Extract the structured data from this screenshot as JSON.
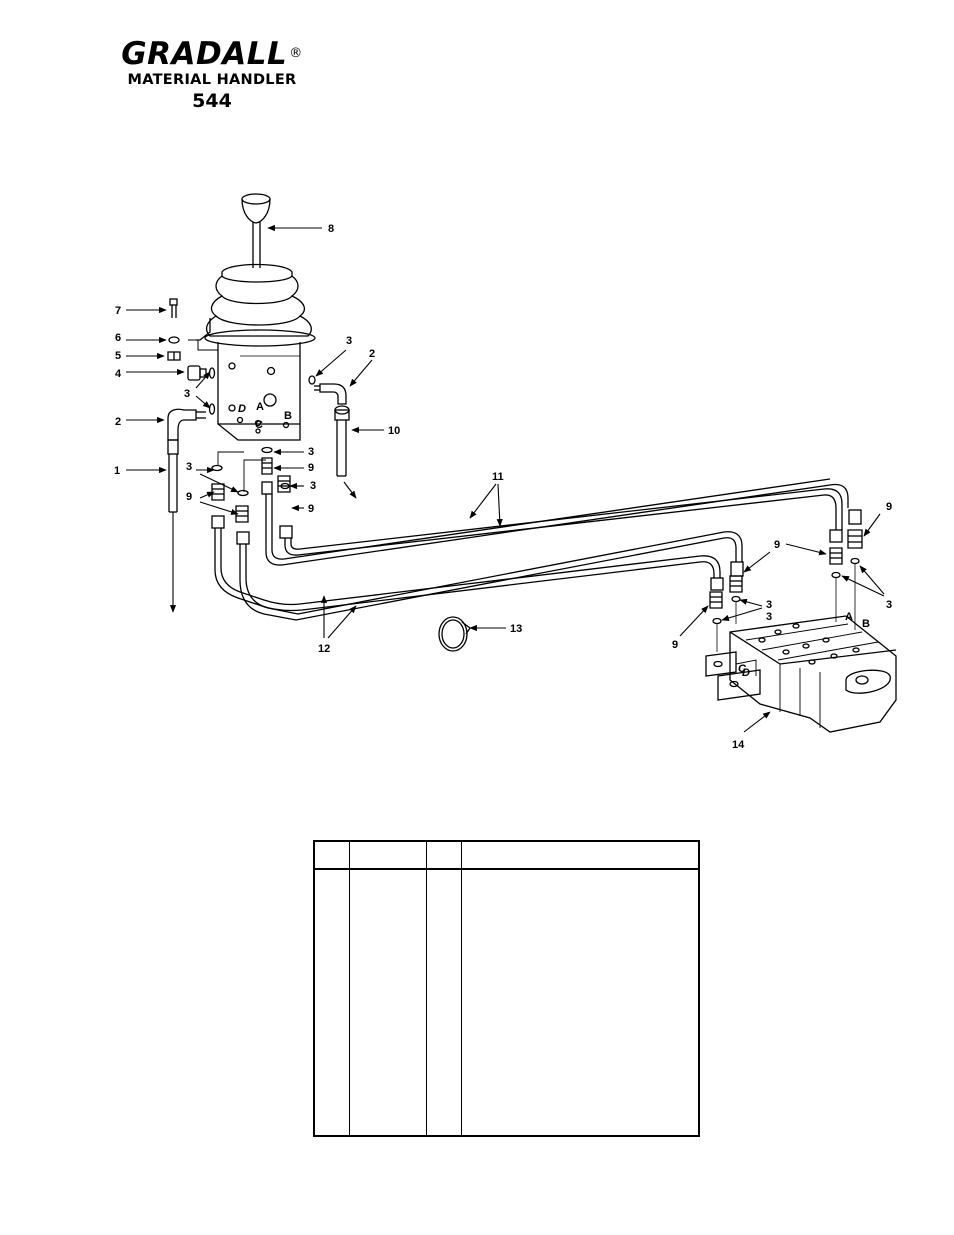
{
  "header": {
    "brand": "GRADALL",
    "registered": "®",
    "subtitle": "MATERIAL HANDLER",
    "model": "544"
  },
  "callouts": [
    "1",
    "2",
    "2",
    "3",
    "3",
    "3",
    "3",
    "3",
    "3",
    "3",
    "3",
    "4",
    "5",
    "6",
    "7",
    "8",
    "9",
    "9",
    "9",
    "9",
    "9",
    "10",
    "11",
    "12",
    "13",
    "14"
  ],
  "ports": {
    "a": "A",
    "b": "B",
    "c": "C",
    "d": "D"
  },
  "parts_table": {
    "columns": [
      "",
      "",
      "",
      ""
    ],
    "rows": []
  }
}
